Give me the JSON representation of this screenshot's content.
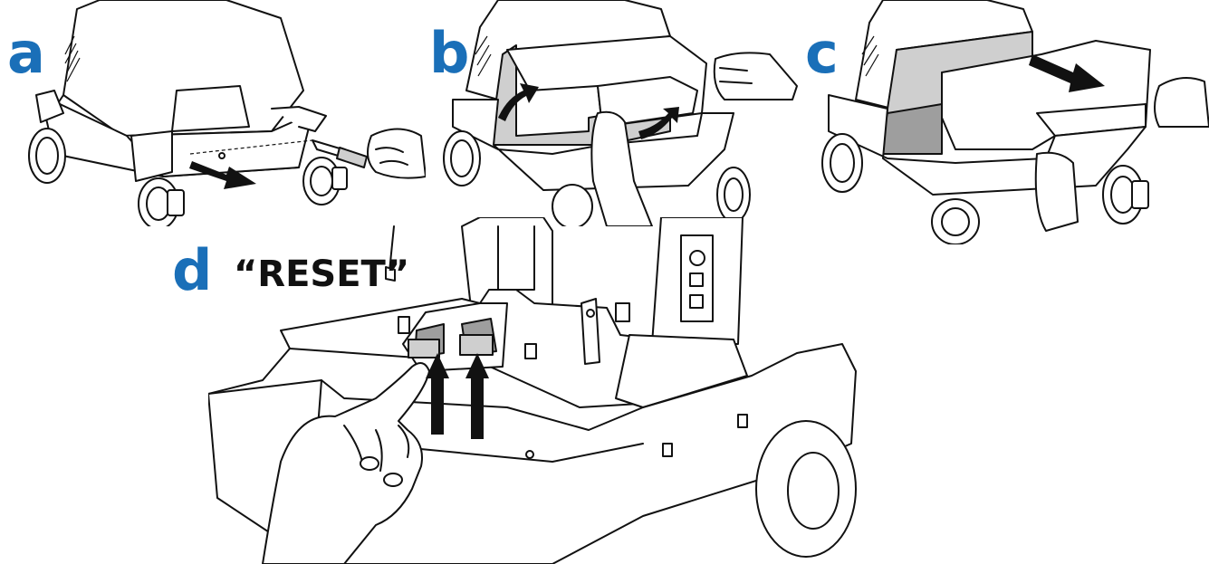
{
  "steps": {
    "a": {
      "label": "a"
    },
    "b": {
      "label": "b"
    },
    "c": {
      "label": "c"
    },
    "d": {
      "label": "d",
      "callout": "“RESET”"
    }
  },
  "colors": {
    "step_label": "#1a6fb8",
    "line": "#111111",
    "shade": "#cfcfcf",
    "shade_dark": "#9e9e9e",
    "background": "#ffffff"
  }
}
